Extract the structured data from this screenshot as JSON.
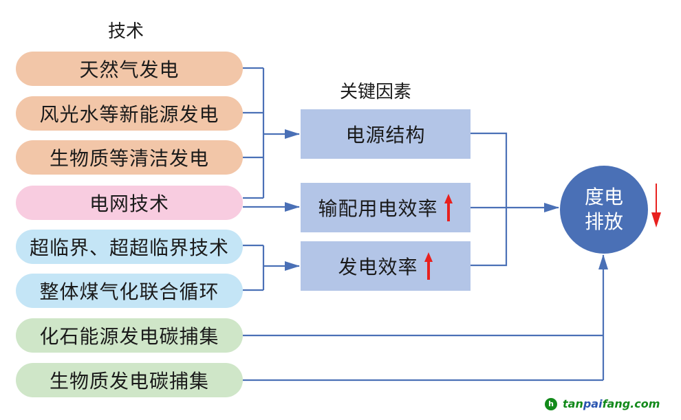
{
  "headings": {
    "technology": "技术",
    "key_factors": "关键因素"
  },
  "technologies": [
    {
      "label": "天然气发电",
      "color_group": "orange"
    },
    {
      "label": "风光水等新能源发电",
      "color_group": "orange"
    },
    {
      "label": "生物质等清洁发电",
      "color_group": "orange"
    },
    {
      "label": "电网技术",
      "color_group": "pink"
    },
    {
      "label": "超临界、超超临界技术",
      "color_group": "blue"
    },
    {
      "label": "整体煤气化联合循环",
      "color_group": "blue"
    },
    {
      "label": "化石能源发电碳捕集",
      "color_group": "green"
    },
    {
      "label": "生物质发电碳捕集",
      "color_group": "green"
    }
  ],
  "factors": [
    {
      "label": "电源结构",
      "trend": "none"
    },
    {
      "label": "输配用电效率",
      "trend": "up"
    },
    {
      "label": "发电效率",
      "trend": "up"
    }
  ],
  "outcome": {
    "line1": "度电",
    "line2": "排放",
    "trend": "down"
  },
  "colors": {
    "orange": "#f2c6a8",
    "pink": "#f8cce0",
    "blue": "#c4e5f6",
    "green": "#cfe6c8",
    "factor_box": "#b3c5e7",
    "outcome_circle": "#4a70b6",
    "connector": "#4a70b6",
    "trend_arrow": "#e8201e"
  },
  "watermark": {
    "logo": "h",
    "prefix": "tan",
    "mid": "pai",
    "suffix": "fang.com"
  }
}
